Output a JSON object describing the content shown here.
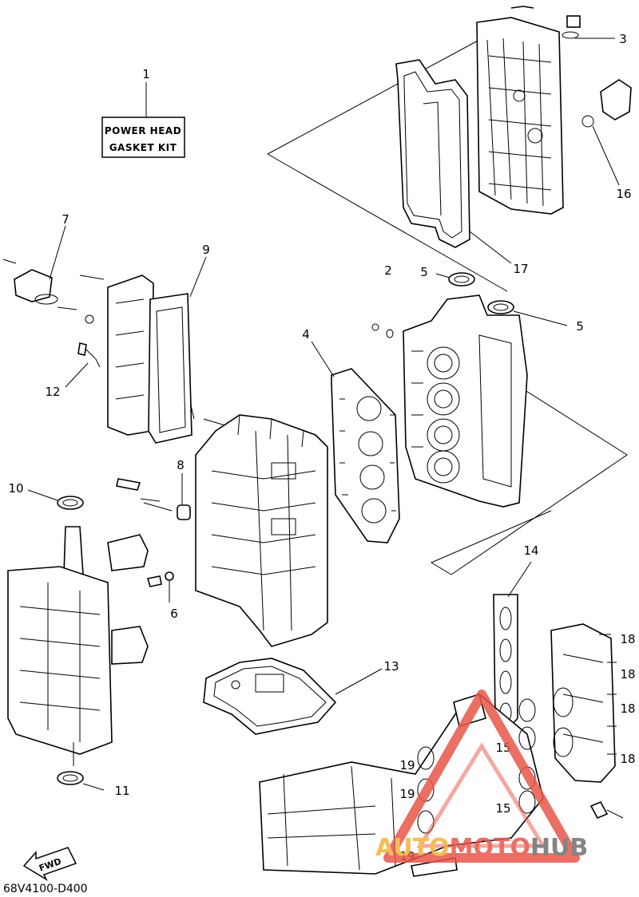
{
  "kit_box": {
    "line1": "POWER HEAD",
    "line2": "GASKET KIT"
  },
  "callouts": {
    "c1": "1",
    "c2": "2",
    "c3": "3",
    "c4": "4",
    "c5a": "5",
    "c5b": "5",
    "c6": "6",
    "c7": "7",
    "c8": "8",
    "c9": "9",
    "c10": "10",
    "c11": "11",
    "c12": "12",
    "c13": "13",
    "c14": "14",
    "c15a": "15",
    "c15b": "15",
    "c16": "16",
    "c17": "17",
    "c18a": "18",
    "c18b": "18",
    "c18c": "18",
    "c18d": "18",
    "c19a": "19",
    "c19b": "19",
    "c19c": "19"
  },
  "fwd_label": "FWD",
  "diagram_id": "68V4100-D400",
  "watermark": {
    "part1": "AUTO",
    "part2": "MOTO",
    "part3": "HUB"
  },
  "colors": {
    "watermark_red": "#e8564a",
    "watermark_yellow": "#f0b23a",
    "watermark_gray": "#6f6f73"
  }
}
